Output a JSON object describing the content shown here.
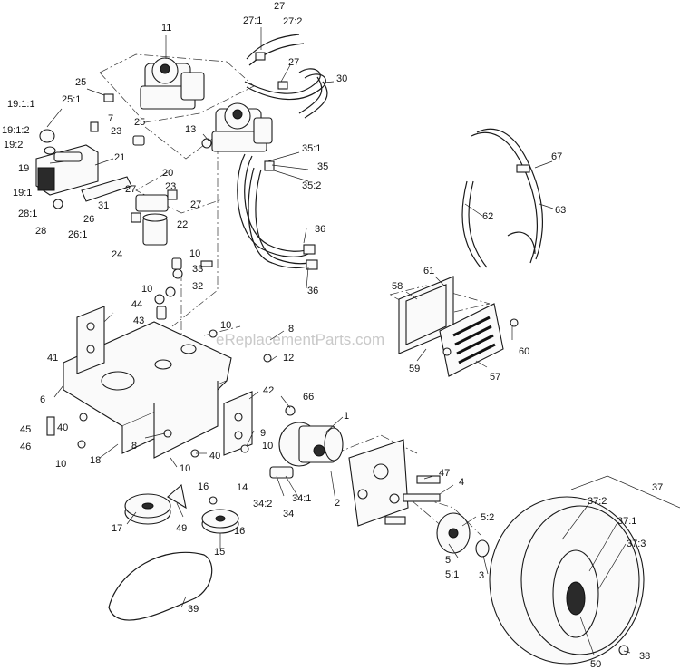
{
  "watermark": "eReplacementParts.com",
  "callouts": [
    {
      "id": "c-11",
      "text": "11"
    },
    {
      "id": "c-27-1",
      "text": "27:1"
    },
    {
      "id": "c-27-top",
      "text": "27"
    },
    {
      "id": "c-27-2",
      "text": "27:2"
    },
    {
      "id": "c-27-mid",
      "text": "27"
    },
    {
      "id": "c-30",
      "text": "30"
    },
    {
      "id": "c-25a",
      "text": "25"
    },
    {
      "id": "c-25-1",
      "text": "25:1"
    },
    {
      "id": "c-19-1-1",
      "text": "19:1:1"
    },
    {
      "id": "c-7",
      "text": "7"
    },
    {
      "id": "c-23a",
      "text": "23"
    },
    {
      "id": "c-25b",
      "text": "25"
    },
    {
      "id": "c-13",
      "text": "13"
    },
    {
      "id": "c-19-1-2",
      "text": "19:1:2"
    },
    {
      "id": "c-19-2",
      "text": "19:2"
    },
    {
      "id": "c-19",
      "text": "19"
    },
    {
      "id": "c-19-1",
      "text": "19:1"
    },
    {
      "id": "c-21",
      "text": "21"
    },
    {
      "id": "c-35-1",
      "text": "35:1"
    },
    {
      "id": "c-35",
      "text": "35"
    },
    {
      "id": "c-35-2",
      "text": "35:2"
    },
    {
      "id": "c-67",
      "text": "67"
    },
    {
      "id": "c-20",
      "text": "20"
    },
    {
      "id": "c-27c",
      "text": "27"
    },
    {
      "id": "c-23b",
      "text": "23"
    },
    {
      "id": "c-27d",
      "text": "27"
    },
    {
      "id": "c-31",
      "text": "31"
    },
    {
      "id": "c-28-1",
      "text": "28:1"
    },
    {
      "id": "c-26",
      "text": "26"
    },
    {
      "id": "c-28",
      "text": "28"
    },
    {
      "id": "c-26-1",
      "text": "26:1"
    },
    {
      "id": "c-22",
      "text": "22"
    },
    {
      "id": "c-62",
      "text": "62"
    },
    {
      "id": "c-63",
      "text": "63"
    },
    {
      "id": "c-24",
      "text": "24"
    },
    {
      "id": "c-36a",
      "text": "36"
    },
    {
      "id": "c-10a",
      "text": "10"
    },
    {
      "id": "c-33",
      "text": "33"
    },
    {
      "id": "c-10b",
      "text": "10"
    },
    {
      "id": "c-44",
      "text": "44"
    },
    {
      "id": "c-32",
      "text": "32"
    },
    {
      "id": "c-43",
      "text": "43"
    },
    {
      "id": "c-36b",
      "text": "36"
    },
    {
      "id": "c-61",
      "text": "61"
    },
    {
      "id": "c-58",
      "text": "58"
    },
    {
      "id": "c-10c",
      "text": "10"
    },
    {
      "id": "c-8a",
      "text": "8"
    },
    {
      "id": "c-41",
      "text": "41"
    },
    {
      "id": "c-60",
      "text": "60"
    },
    {
      "id": "c-12",
      "text": "12"
    },
    {
      "id": "c-59",
      "text": "59"
    },
    {
      "id": "c-57",
      "text": "57"
    },
    {
      "id": "c-6",
      "text": "6"
    },
    {
      "id": "c-42",
      "text": "42"
    },
    {
      "id": "c-66",
      "text": "66"
    },
    {
      "id": "c-1",
      "text": "1"
    },
    {
      "id": "c-45",
      "text": "45"
    },
    {
      "id": "c-40a",
      "text": "40"
    },
    {
      "id": "c-9",
      "text": "9"
    },
    {
      "id": "c-46",
      "text": "46"
    },
    {
      "id": "c-10d",
      "text": "10"
    },
    {
      "id": "c-8b",
      "text": "8"
    },
    {
      "id": "c-40b",
      "text": "40"
    },
    {
      "id": "c-18",
      "text": "18"
    },
    {
      "id": "c-10e",
      "text": "10"
    },
    {
      "id": "c-10f",
      "text": "10"
    },
    {
      "id": "c-37",
      "text": "37"
    },
    {
      "id": "c-47",
      "text": "47"
    },
    {
      "id": "c-4",
      "text": "4"
    },
    {
      "id": "c-16a",
      "text": "16"
    },
    {
      "id": "c-14",
      "text": "14"
    },
    {
      "id": "c-34-2",
      "text": "34:2"
    },
    {
      "id": "c-34-1",
      "text": "34:1"
    },
    {
      "id": "c-2",
      "text": "2"
    },
    {
      "id": "c-37-2",
      "text": "37:2"
    },
    {
      "id": "c-34",
      "text": "34"
    },
    {
      "id": "c-5-2",
      "text": "5:2"
    },
    {
      "id": "c-37-1",
      "text": "37:1"
    },
    {
      "id": "c-17",
      "text": "17"
    },
    {
      "id": "c-49",
      "text": "49"
    },
    {
      "id": "c-16b",
      "text": "16"
    },
    {
      "id": "c-37-3",
      "text": "37:3"
    },
    {
      "id": "c-15",
      "text": "15"
    },
    {
      "id": "c-5",
      "text": "5"
    },
    {
      "id": "c-5-1",
      "text": "5:1"
    },
    {
      "id": "c-3",
      "text": "3"
    },
    {
      "id": "c-38",
      "text": "38"
    },
    {
      "id": "c-39",
      "text": "39"
    },
    {
      "id": "c-50",
      "text": "50"
    }
  ]
}
